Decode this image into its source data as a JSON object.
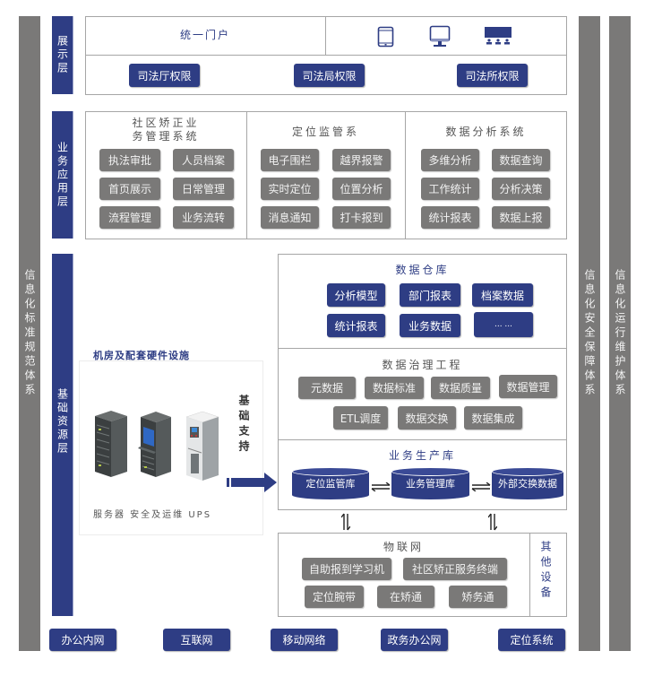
{
  "side_bars": {
    "left": "信息化标准规范体系",
    "right_1": "信息化安全保障体系",
    "right_2": "信息化运行维护体系"
  },
  "layers": {
    "presentation": "展示层",
    "business": "业务应用层",
    "infrastructure": "基础资源层"
  },
  "presentation": {
    "portal": "统一门户",
    "devices": [
      "tablet-icon",
      "monitor-icon",
      "meeting-screen-icon"
    ],
    "permissions": [
      "司法厅权限",
      "司法局权限",
      "司法所权限"
    ]
  },
  "business": {
    "systems": [
      {
        "title_line1": "社区矫正业",
        "title_line2": "务管理系统",
        "items": [
          "执法审批",
          "人员档案",
          "首页展示",
          "日常管理",
          "流程管理",
          "业务流转"
        ]
      },
      {
        "title": "定位监管系",
        "items": [
          "电子围栏",
          "越界报警",
          "实时定位",
          "位置分析",
          "消息通知",
          "打卡报到"
        ]
      },
      {
        "title": "数据分析系统",
        "items": [
          "多维分析",
          "数据查询",
          "工作统计",
          "分析决策",
          "统计报表",
          "数据上报"
        ]
      }
    ]
  },
  "hardware": {
    "title": "机房及配套硬件设施",
    "caption": "服务器 安全及运维 UPS",
    "support_label": "基础支持",
    "racks": [
      "server-rack-icon",
      "security-rack-icon",
      "ups-cabinet-icon"
    ]
  },
  "data_warehouse": {
    "title": "数据仓库",
    "items": [
      "分析模型",
      "部门报表",
      "档案数据",
      "统计报表",
      "业务数据",
      "... ..."
    ]
  },
  "data_governance": {
    "title": "数据治理工程",
    "row1": [
      "元数据",
      "数据标准",
      "数据质量",
      "数据管理"
    ],
    "row2": [
      "ETL调度",
      "数据交换",
      "数据集成"
    ]
  },
  "production_db": {
    "title": "业务生产库",
    "databases": [
      "定位监管库",
      "业务管理库",
      "外部交换数据"
    ]
  },
  "iot": {
    "title": "物联网",
    "row1": [
      "自助报到学习机",
      "社区矫正服务终端"
    ],
    "row2": [
      "定位腕带",
      "在矫通",
      "矫务通"
    ],
    "other_devices": "其他设备"
  },
  "networks": [
    "办公内网",
    "互联网",
    "移动网络",
    "政务办公网",
    "定位系统"
  ],
  "colors": {
    "brand_blue": "#2e3d84",
    "gray": "#7a7978",
    "border": "#a6a6a6"
  }
}
